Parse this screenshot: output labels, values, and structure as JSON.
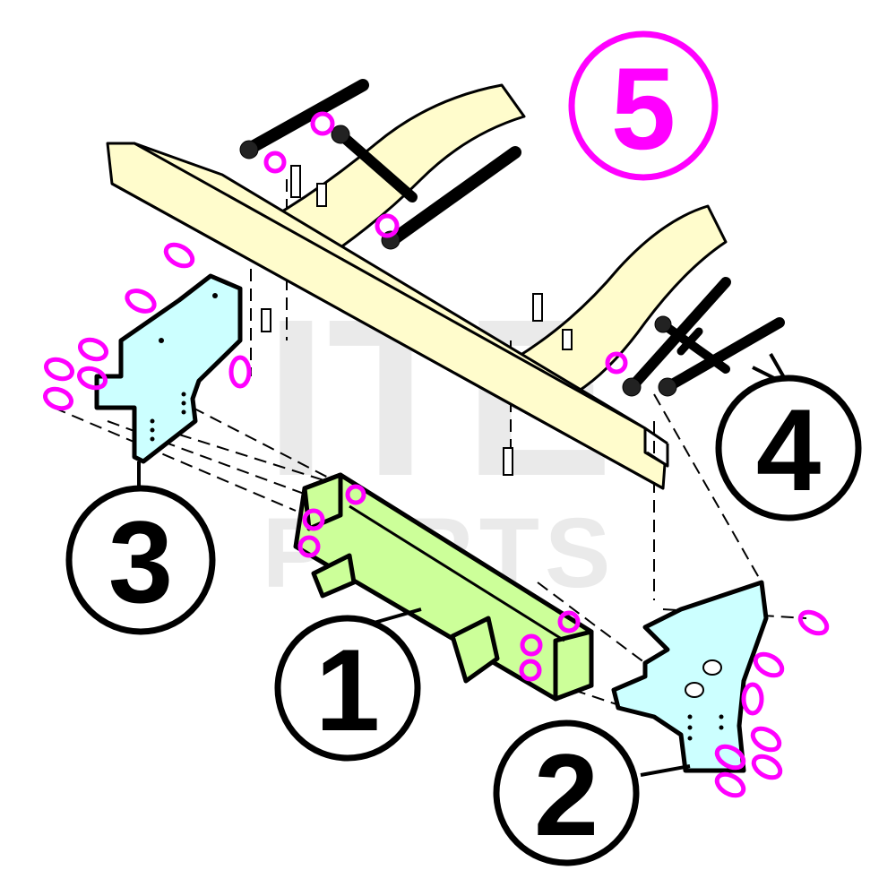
{
  "watermark": {
    "line1": "ITE",
    "line2": "PARTS"
  },
  "callouts": [
    {
      "id": "callout-1",
      "label": "1"
    },
    {
      "id": "callout-2",
      "label": "2"
    },
    {
      "id": "callout-3",
      "label": "3"
    },
    {
      "id": "callout-4",
      "label": "4"
    },
    {
      "id": "callout-5",
      "label": "5"
    }
  ],
  "colors": {
    "frame": "#fffccc",
    "crossbar": "#ccff99",
    "bracket": "#ccffff",
    "hardware_highlight": "#ff00ff",
    "outline": "#000000",
    "watermark": "#d9d9d9"
  },
  "parts": [
    {
      "number": "1",
      "name": "crossbar",
      "icon": "crossbar"
    },
    {
      "number": "2",
      "name": "right bracket",
      "icon": "bracket"
    },
    {
      "number": "3",
      "name": "left bracket",
      "icon": "bracket"
    },
    {
      "number": "4",
      "name": "bolts",
      "icon": "bolt"
    },
    {
      "number": "5",
      "name": "hardware",
      "icon": "nut"
    }
  ]
}
